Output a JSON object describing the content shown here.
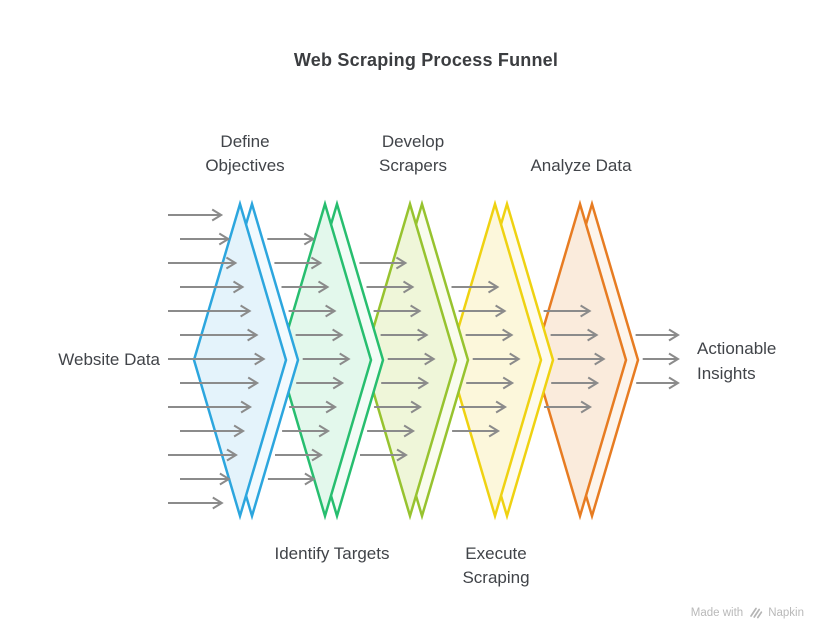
{
  "title": "Web Scraping Process Funnel",
  "input": {
    "label": "Website Data"
  },
  "output": {
    "label": "Actionable Insights"
  },
  "stages": [
    {
      "label": "Define Objectives",
      "label_position": "top",
      "stroke": "#2CA6DE",
      "fill": "#E4F3FB",
      "side_fill": "#F2FAFE"
    },
    {
      "label": "Identify Targets",
      "label_position": "bottom",
      "stroke": "#27BE6F",
      "fill": "#E3F8EC",
      "side_fill": "#F2FCF6"
    },
    {
      "label": "Develop Scrapers",
      "label_position": "top",
      "stroke": "#97C32F",
      "fill": "#EFF6D9",
      "side_fill": "#F9FCEE"
    },
    {
      "label": "Execute Scraping",
      "label_position": "bottom",
      "stroke": "#EFD211",
      "fill": "#FCF7DB",
      "side_fill": "#FEFBEC"
    },
    {
      "label": "Analyze Data",
      "label_position": "top",
      "stroke": "#E77C22",
      "fill": "#FAEBDC",
      "side_fill": "#FDF5EC"
    }
  ],
  "flow": {
    "arrow_color": "#8B8B8B",
    "arrows_per_stage": [
      13,
      11,
      9,
      7,
      5,
      3
    ]
  },
  "watermark": {
    "prefix": "Made with",
    "brand": "Napkin"
  }
}
